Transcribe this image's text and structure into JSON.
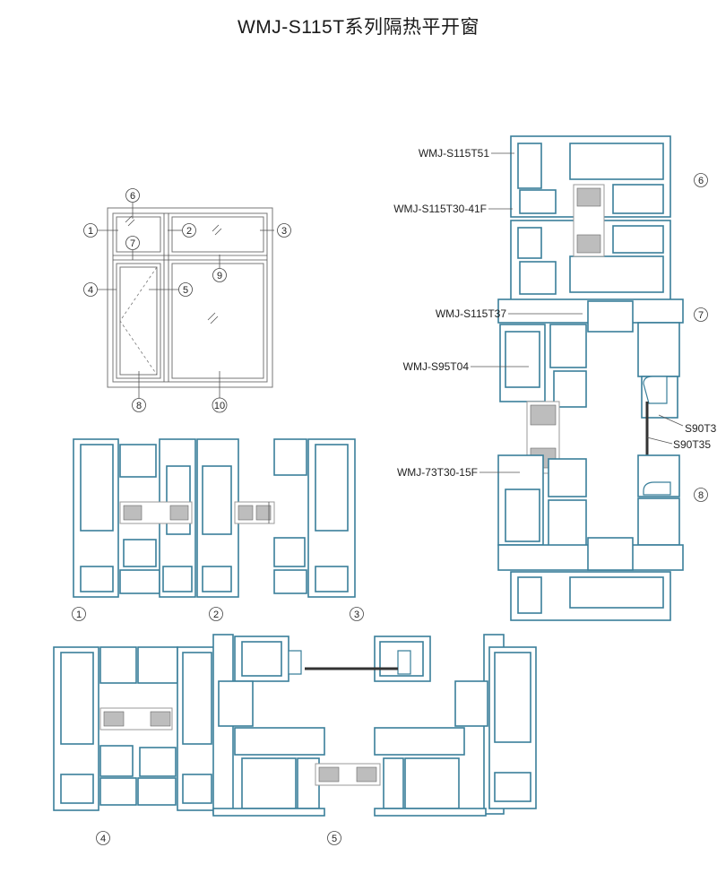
{
  "title": "WMJ-S115T系列隔热平开窗",
  "elevation_callouts": [
    "1",
    "2",
    "3",
    "4",
    "5",
    "6",
    "7",
    "8",
    "9",
    "10"
  ],
  "section_callouts": [
    "1",
    "2",
    "3",
    "4",
    "5"
  ],
  "vertical_callouts": [
    "6",
    "7",
    "8"
  ],
  "profile_labels": {
    "t51": "WMJ-S115T51",
    "t30_41f": "WMJ-S115T30-41F",
    "t37": "WMJ-S115T37",
    "s95t04": "WMJ-S95T04",
    "s90t3": "S90T3",
    "s90t35": "S90T35",
    "t73_15f": "WMJ-73T30-15F"
  },
  "colors": {
    "profile_stroke": "#3a7f9a",
    "profile_fill": "#cfe3ea",
    "glass": "#9a9a9a"
  }
}
